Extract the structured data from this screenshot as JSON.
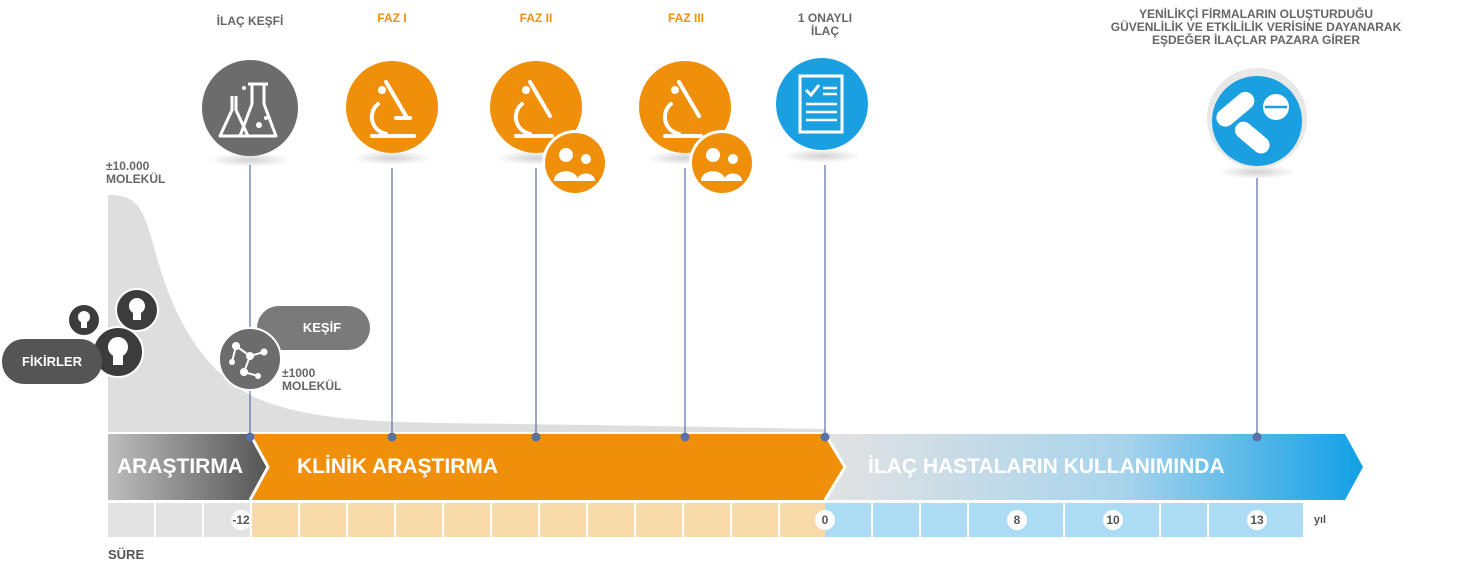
{
  "milestones": {
    "drug_discovery": "İLAÇ KEŞFİ",
    "phase1": "FAZ I",
    "phase2": "FAZ II",
    "phase3": "FAZ III",
    "approved_line1": "1 ONAYLI",
    "approved_line2": "İLAÇ",
    "generic_line1": "YENİLİKÇİ FİRMALARIN OLUŞTURDUĞU",
    "generic_line2": "GÜVENLİLİK VE ETKİLİLİK VERİSİNE DAYANARAK",
    "generic_line3": "EŞDEĞER İLAÇLAR PAZARA GİRER"
  },
  "funnel": {
    "molecules_top_line1": "±10.000",
    "molecules_top_line2": "MOLEKÜL",
    "molecules_mid_line1": "±1000",
    "molecules_mid_line2": "MOLEKÜL"
  },
  "pills": {
    "ideas": "FİKİRLER",
    "discovery": "KEŞİF"
  },
  "stages": {
    "research": "ARAŞTIRMA",
    "clinical": "KLİNİK ARAŞTIRMA",
    "patients": "İLAÇ HASTALARIN KULLANIMINDA"
  },
  "timeline": {
    "ticks": [
      "-12",
      "0",
      "8",
      "10",
      "13"
    ],
    "unit": "yıl",
    "axis_label": "SÜRE"
  },
  "colors": {
    "orange": "#f0900a",
    "blue": "#1a9fe0",
    "dark_grey": "#666666",
    "line": "#5b6fa8"
  }
}
